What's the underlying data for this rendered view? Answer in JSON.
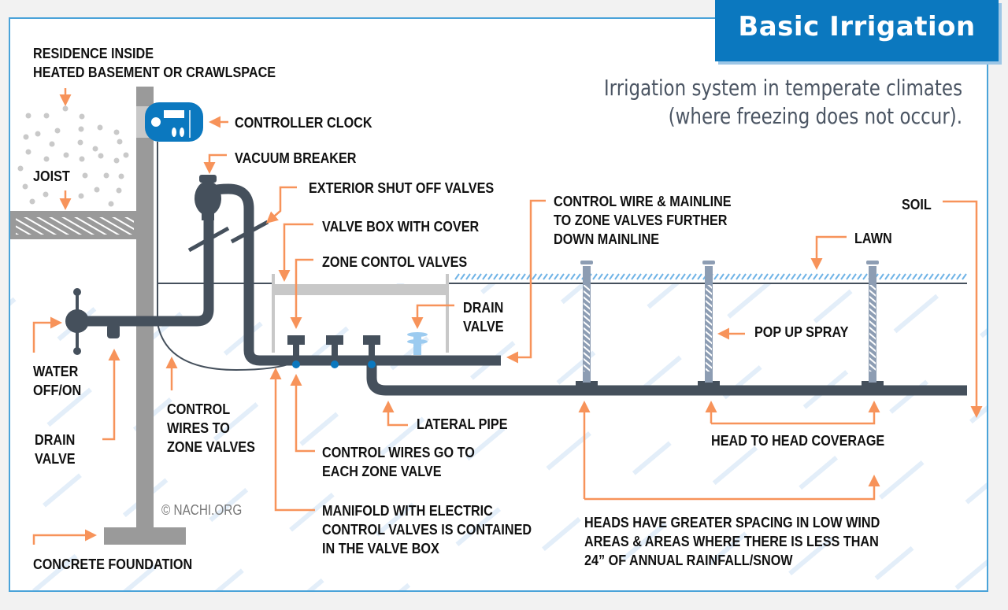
{
  "header": {
    "title": "Basic Irrigation",
    "subtitle_line1": "Irrigation system in temperate climates",
    "subtitle_line2": "(where freezing does not occur)."
  },
  "colors": {
    "title_bg": "#0b78bf",
    "pipe": "#45505c",
    "callout_arrow": "#f7935a",
    "controller": "#0b78bf",
    "wall": "#9a9a9a",
    "sprinkler": "#8d9db3",
    "drain_valve_top": "#9ccbf0",
    "soil_hatch": "#dbeaf7",
    "lawn_hatch": "#6fb3e6",
    "frame_border": "#4aa3d9"
  },
  "labels": {
    "residence": [
      "RESIDENCE INSIDE",
      "HEATED BASEMENT OR CRAWLSPACE"
    ],
    "joist": "JOIST",
    "controller_clock": "CONTROLLER CLOCK",
    "vacuum_breaker": "VACUUM BREAKER",
    "exterior_shutoff": "EXTERIOR SHUT OFF VALVES",
    "valve_box": "VALVE BOX WITH COVER",
    "zone_control_valves": "ZONE CONTOL VALVES",
    "drain_valve_box": [
      "DRAIN",
      "VALVE"
    ],
    "control_wire_mainline": [
      "CONTROL WIRE  & MAINLINE",
      "TO ZONE VALVES FURTHER",
      "DOWN MAINLINE"
    ],
    "soil": "SOIL",
    "lawn": "LAWN",
    "pop_up_spray": "POP UP SPRAY",
    "water_off_on": [
      "WATER",
      "OFF/ON"
    ],
    "drain_valve_house": [
      "DRAIN",
      "VALVE"
    ],
    "control_wires_to_zone": [
      "CONTROL",
      "WIRES TO",
      "ZONE VALVES"
    ],
    "lateral_pipe": "LATERAL PIPE",
    "control_wires_each_zone": [
      "CONTROL WIRES GO TO",
      "EACH ZONE VALVE"
    ],
    "manifold": [
      "MANIFOLD WITH ELECTRIC",
      "CONTROL VALVES IS CONTAINED",
      "IN THE VALVE BOX"
    ],
    "head_to_head": "HEAD TO HEAD COVERAGE",
    "heads_spacing": [
      "HEADS HAVE GREATER SPACING IN LOW WIND",
      "AREAS & AREAS WHERE THERE IS LESS THAN",
      "24” OF ANNUAL RAINFALL/SNOW"
    ],
    "concrete_foundation": "CONCRETE FOUNDATION"
  },
  "copyright": "© NACHI.ORG"
}
